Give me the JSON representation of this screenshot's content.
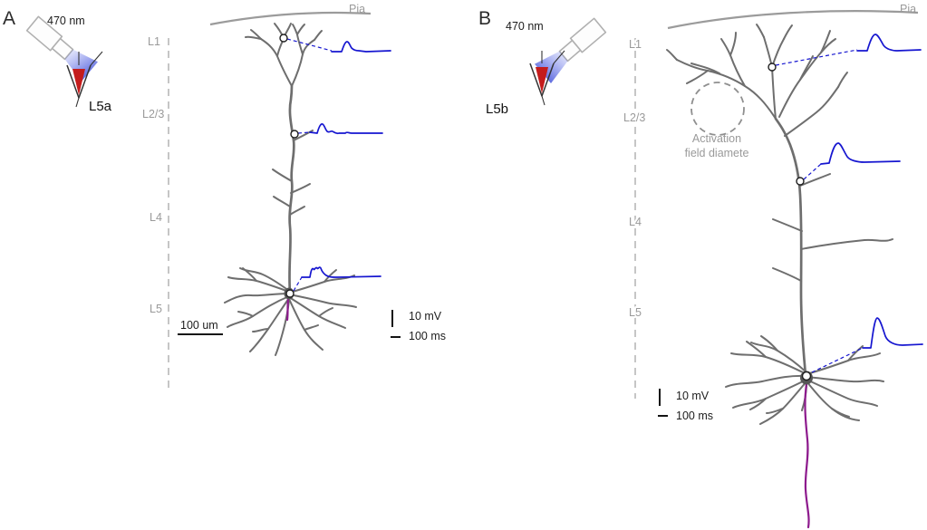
{
  "figure": {
    "panel_a": {
      "label": "A",
      "wavelength": "470 nm",
      "pipette_label": "L5a",
      "pia_label": "Pia",
      "layers": {
        "l1": "L1",
        "l23": "L2/3",
        "l4": "L4",
        "l5": "L5"
      },
      "scale_bar": "100 um",
      "voltage_scale": "10 mV",
      "time_scale": "100 ms"
    },
    "panel_b": {
      "label": "B",
      "wavelength": "470 nm",
      "pipette_label": "L5b",
      "pia_label": "Pia",
      "layers": {
        "l1": "L1",
        "l23": "L2/3",
        "l4": "L4",
        "l5": "L5"
      },
      "activation_field": {
        "line1": "Activation",
        "line2": "field diamete"
      },
      "voltage_scale": "10 mV",
      "time_scale": "100 ms"
    },
    "colors": {
      "trace_blue": "#1616d0",
      "neuron_gray": "#6e6e6e",
      "soma_gray": "#565656",
      "axon_purple": "#8d1a8d",
      "pipette_red": "#c41c1c",
      "layer_gray": "#9a9a9a",
      "pia_gray": "#9b9b9b"
    }
  }
}
